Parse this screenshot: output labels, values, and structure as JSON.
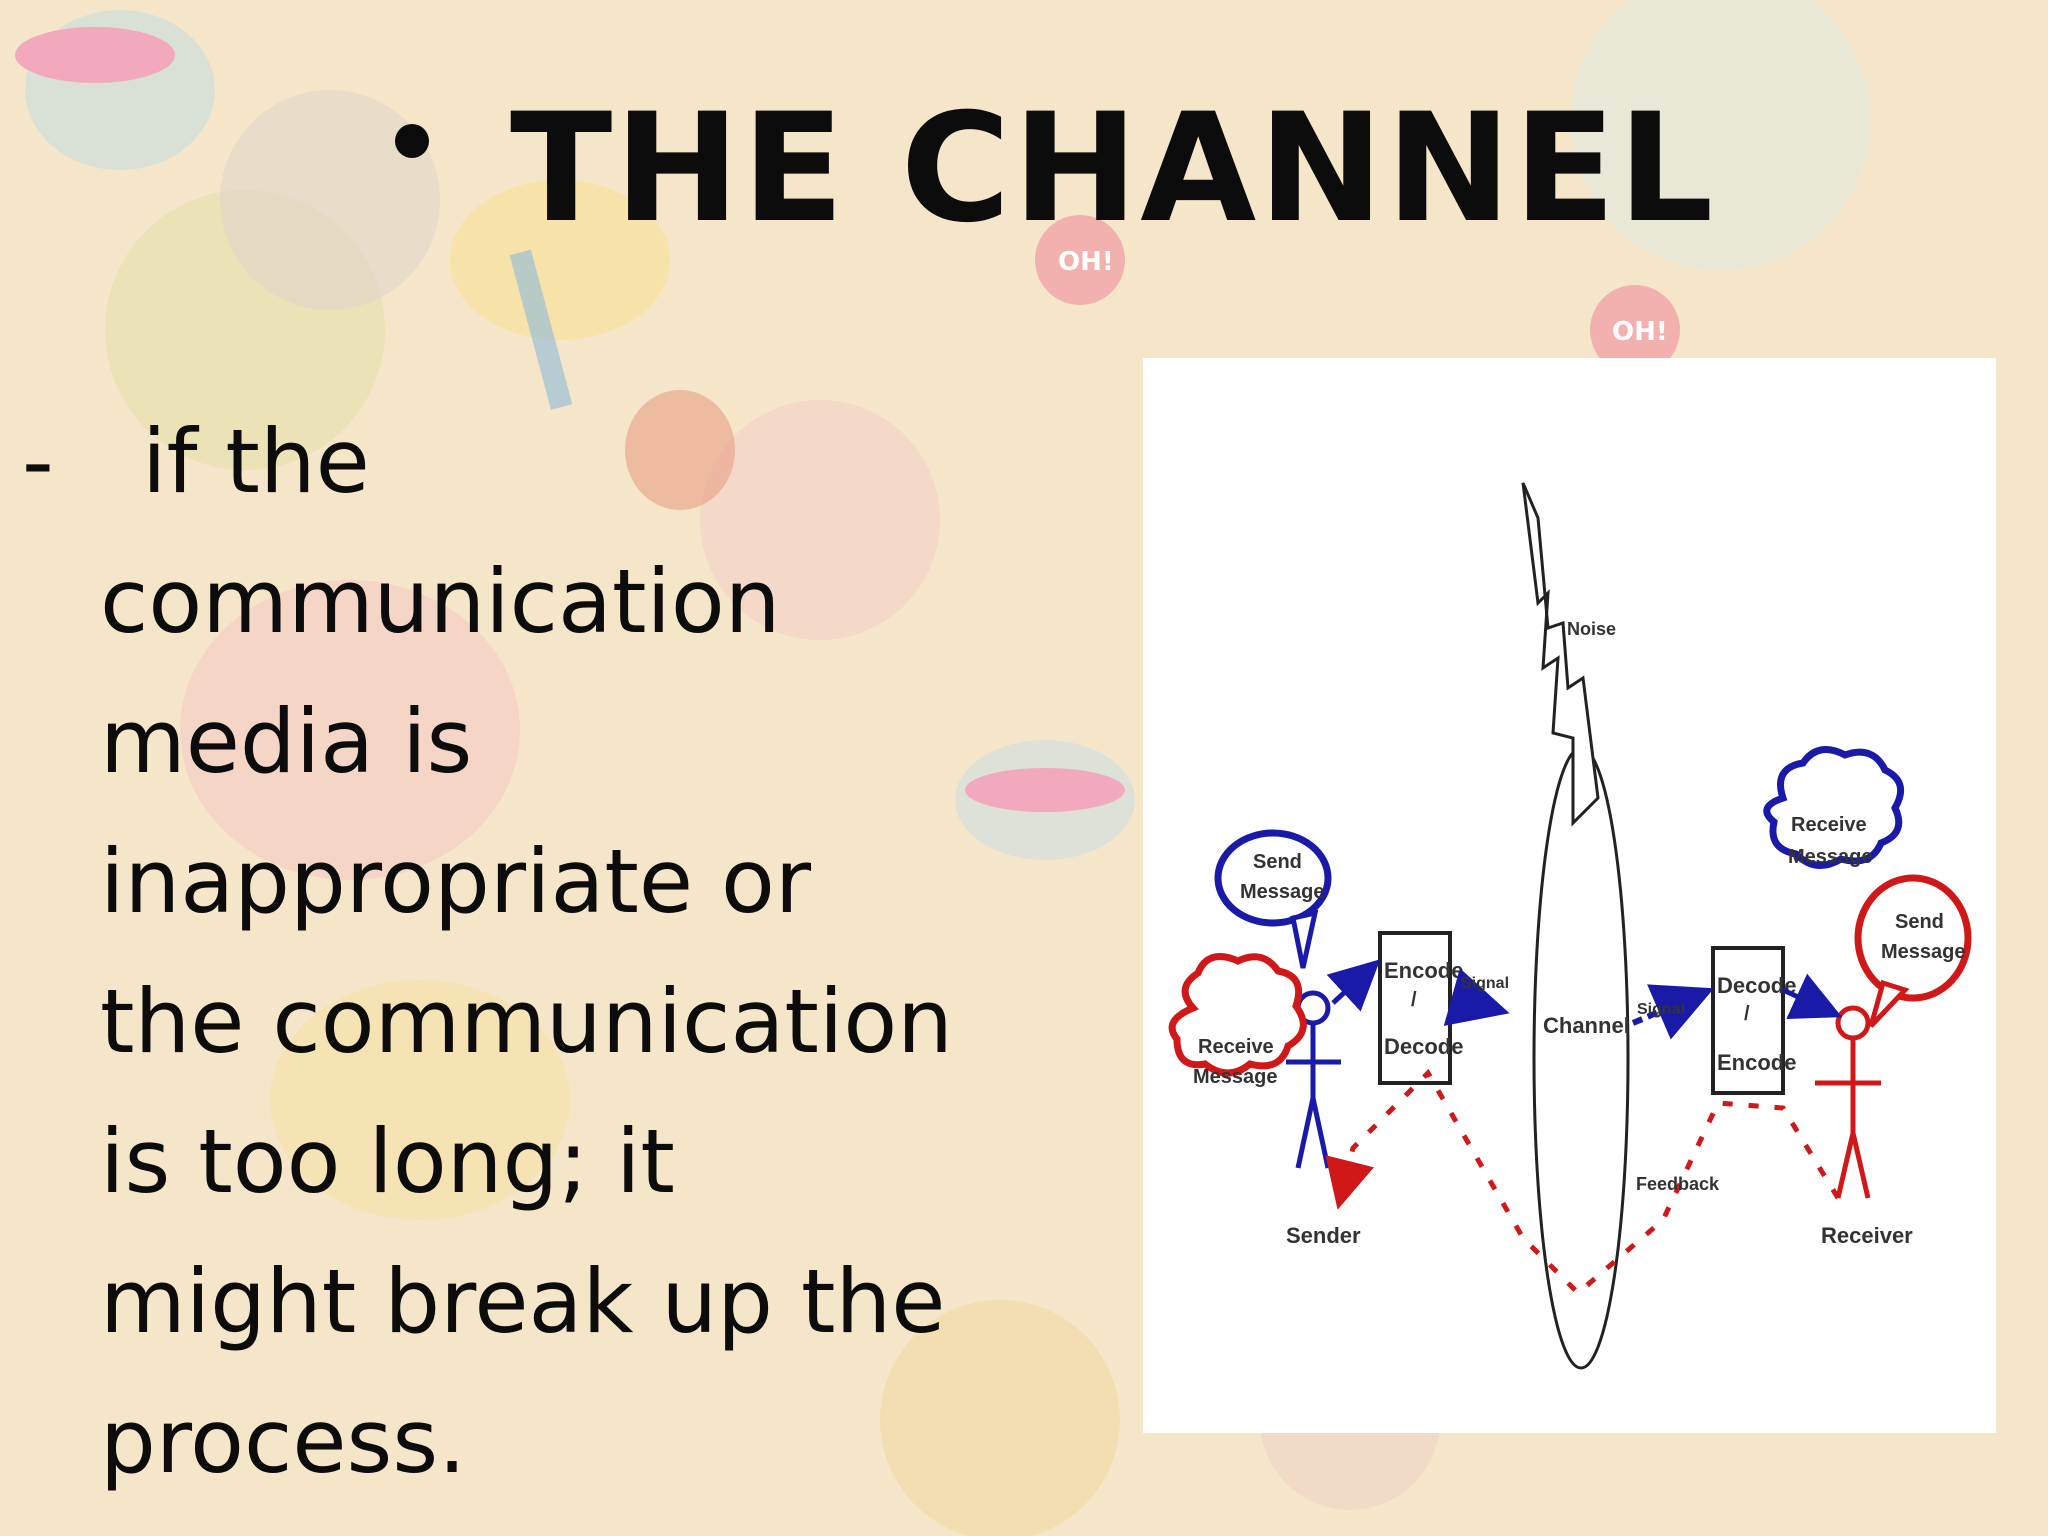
{
  "slide": {
    "title": "THE CHANNEL",
    "body_dash": "-",
    "body_lines": [
      "if the",
      "communication",
      "media is",
      "inappropriate or",
      "the communication",
      "is too long; it",
      "might break up the",
      "process."
    ],
    "background_stickers": [
      "OH!",
      "OH!"
    ]
  },
  "diagram": {
    "noise": "Noise",
    "channel": "Channel",
    "signal_left": "Signal",
    "signal_right": "Signal",
    "feedback": "Feedback",
    "encoder_top": "Encode",
    "encoder_slash": "/",
    "encoder_bottom": "Decode",
    "decoder_top": "Decode",
    "decoder_slash": "/",
    "decoder_bottom": "Encode",
    "sender_send_1": "Send",
    "sender_send_2": "Message",
    "sender_receive_1": "Receive",
    "sender_receive_2": "Message",
    "receiver_receive_1": "Receive",
    "receiver_receive_2": "Message",
    "receiver_send_1": "Send",
    "receiver_send_2": "Message",
    "sender": "Sender",
    "receiver": "Receiver",
    "colors": {
      "blue": "#1a1aa8",
      "red": "#d01818",
      "dark": "#222222"
    }
  }
}
